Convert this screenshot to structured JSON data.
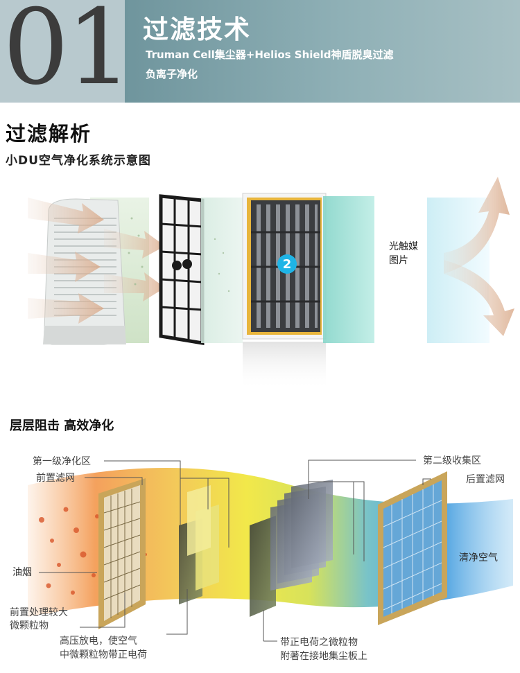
{
  "header": {
    "number": "01",
    "title": "过滤技术",
    "subtitle_line1": "Truman Cell集尘器+Helios Shield神盾脱臭过滤",
    "subtitle_line2": "负离子净化"
  },
  "analysis": {
    "title": "过滤解析",
    "subtitle": "小DU空气净化系统示意图",
    "photo_placeholder_line1": "光触媒",
    "photo_placeholder_line2": "图片",
    "filter_badge": "2"
  },
  "layers": {
    "title": "层层阻击 高效净化",
    "labels": {
      "stage1": "第一级净化区",
      "pre_filter": "前置滤网",
      "stage2": "第二级收集区",
      "post_filter": "后置滤网",
      "oil_smoke": "油烟",
      "clean_air": "清净空气",
      "pre_treat_line1": "前置处理较大",
      "pre_treat_line2": "微颗粒物",
      "high_voltage_line1": "高压放电，使空气",
      "high_voltage_line2": "中微颗粒物带正电荷",
      "charged_line1": "带正电荷之微粒物",
      "charged_line2": "附著在接地集尘板上"
    }
  },
  "colors": {
    "banner": "#8fb0b6",
    "dirty_air": "#f08a3c",
    "charge_zone": "#f2e23a",
    "clean_air": "#4a9fe0",
    "filter_frame": "#c9a55a"
  }
}
